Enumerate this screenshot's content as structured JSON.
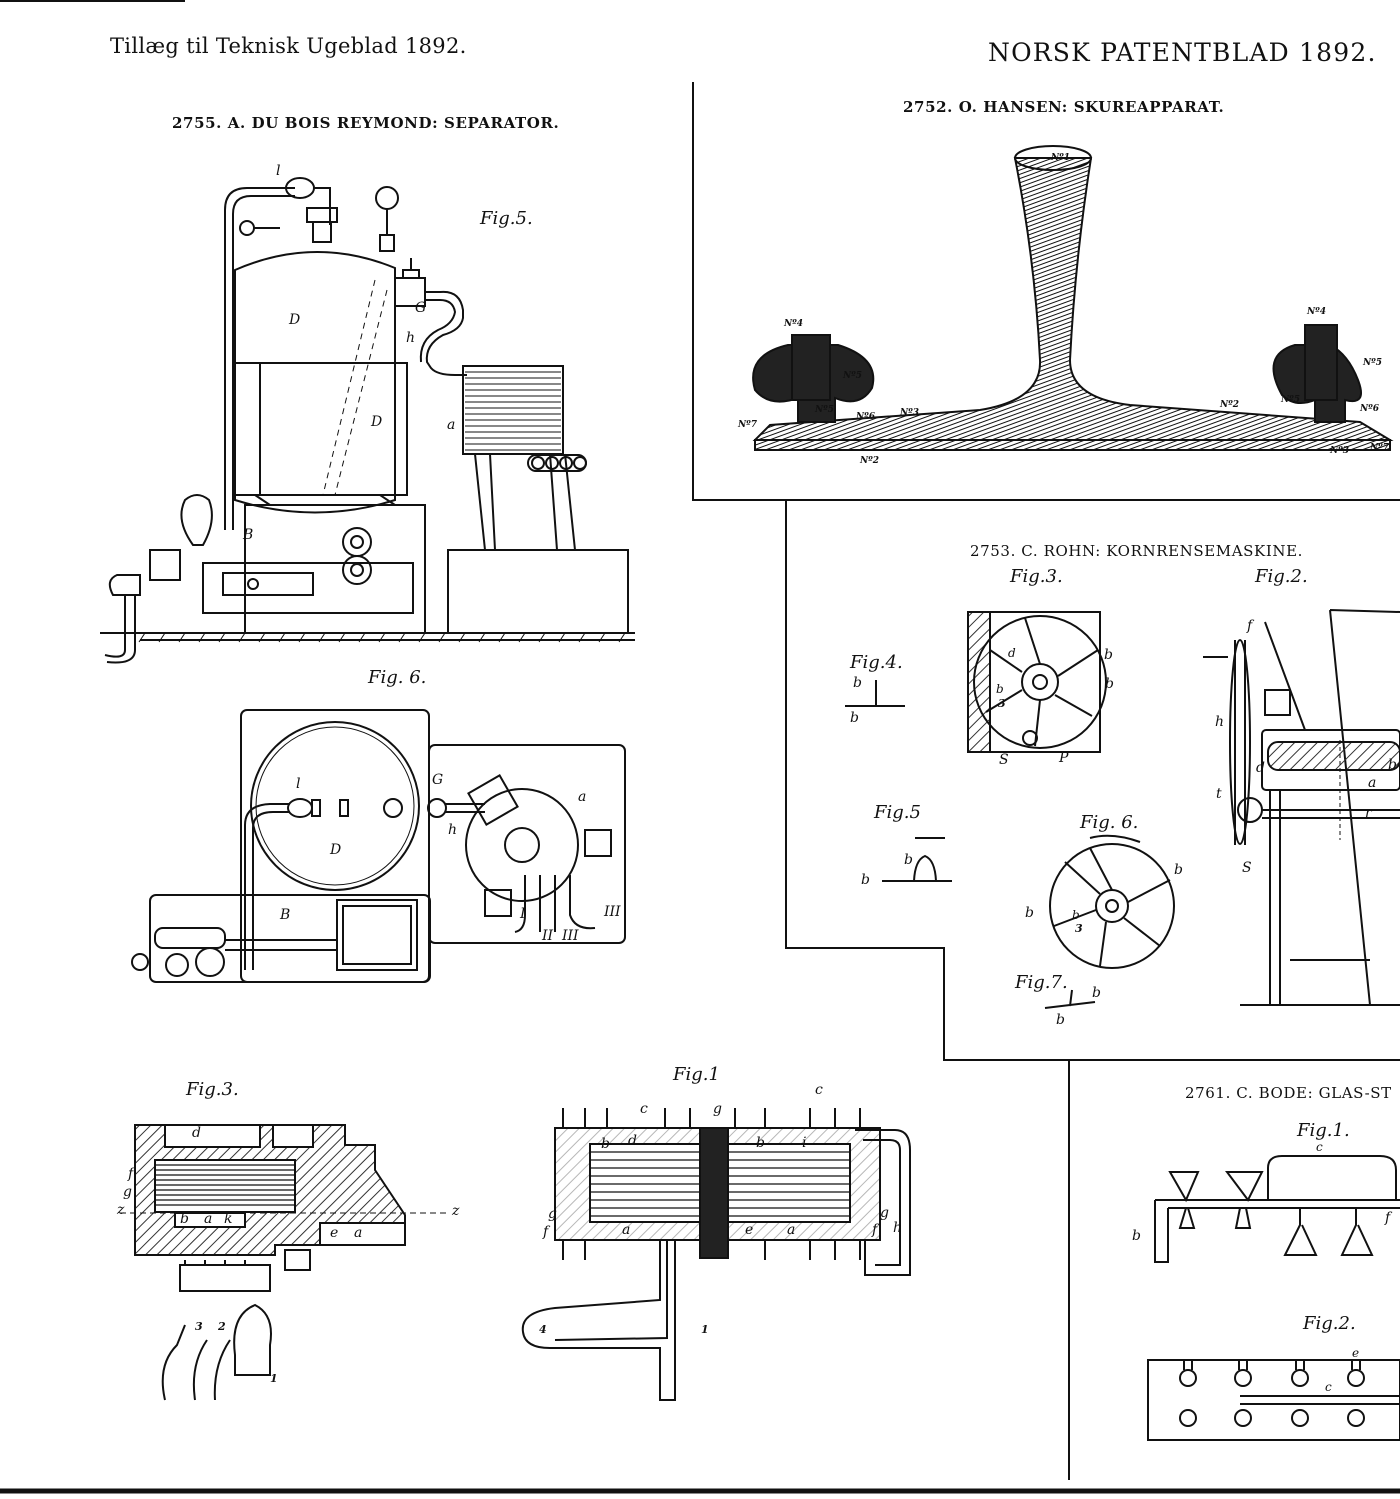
{
  "header": {
    "left": "Tillæg til Teknisk Ugeblad 1892.",
    "right": "NORSK PATENTBLAD 1892."
  },
  "patents": {
    "p2755": {
      "title": "2755. A. DU BOIS REYMOND: SEPARATOR.",
      "fig5": "Fig.5.",
      "fig6": "Fig. 6.",
      "fig3": "Fig.3.",
      "fig1": "Fig.1",
      "labels_fig5": [
        "l",
        "D",
        "D",
        "G",
        "h",
        "a",
        "B"
      ],
      "labels_fig6": [
        "l",
        "D",
        "G",
        "h",
        "a",
        "B",
        "I",
        "II",
        "III",
        "III"
      ],
      "labels_fig3": [
        "d",
        "f",
        "g",
        "z",
        "b",
        "a",
        "k",
        "e",
        "a",
        "z",
        "3",
        "2",
        "1"
      ],
      "labels_fig1": [
        "c",
        "g",
        "c",
        "b",
        "d",
        "b",
        "i",
        "g",
        "f",
        "g",
        "f",
        "h",
        "a",
        "e",
        "a",
        "4",
        "1"
      ]
    },
    "p2752": {
      "title": "2752. O. HANSEN: SKUREAPPARAT.",
      "labels": [
        "Nº1",
        "Nº4",
        "Nº5",
        "Nº5",
        "Nº6",
        "Nº3",
        "Nº7",
        "Nº2",
        "Nº2",
        "Nº4",
        "Nº5",
        "Nº5",
        "Nº6",
        "Nº3",
        "Nº7"
      ]
    },
    "p2753": {
      "title": "2753. C. ROHN: KORNRENSEMASKINE.",
      "fig3": "Fig.3.",
      "fig2": "Fig.2.",
      "fig4": "Fig.4.",
      "fig5": "Fig.5",
      "fig6": "Fig. 6.",
      "fig7": "Fig.7.",
      "labels_fig3": [
        "d",
        "b",
        "b",
        "3",
        "b",
        "S",
        "P"
      ],
      "labels_fig4": [
        "b",
        "b"
      ],
      "labels_fig5": [
        "b",
        "b"
      ],
      "labels_fig6": [
        "b",
        "b",
        "b",
        "3"
      ],
      "labels_fig7": [
        "b",
        "b"
      ],
      "labels_fig2": [
        "f",
        "h",
        "d",
        "b",
        "a",
        "t",
        "r",
        "S"
      ]
    },
    "p2761": {
      "title": "2761. C. BODE: GLAS-ST",
      "fig1": "Fig.1.",
      "fig2": "Fig.2.",
      "labels_fig1": [
        "c",
        "b",
        "f"
      ],
      "labels_fig2": [
        "c",
        "e"
      ]
    }
  },
  "colors": {
    "ink": "#111111",
    "paper": "#ffffff",
    "hatch": "#333333"
  }
}
